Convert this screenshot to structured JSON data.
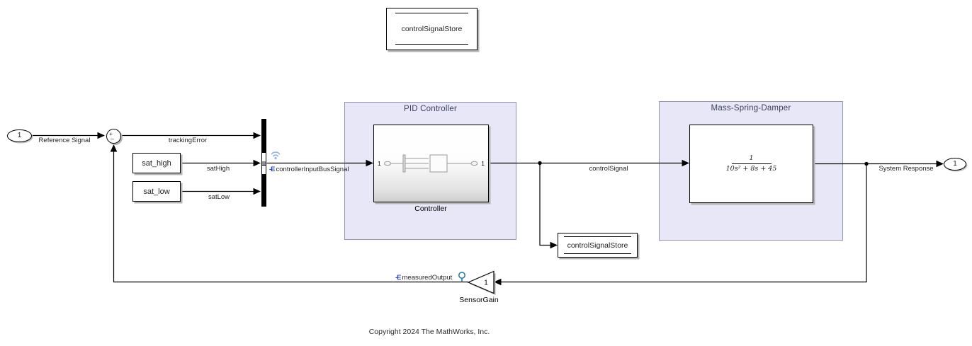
{
  "copyright": "Copyright 2024 The MathWorks, Inc.",
  "areas": {
    "pid": {
      "title": "PID Controller"
    },
    "msd": {
      "title": "Mass-Spring-Damper"
    }
  },
  "blocks": {
    "data_store_memory": {
      "label": "controlSignalStore"
    },
    "data_store_write": {
      "label": "controlSignalStore"
    },
    "inport": {
      "number": "1",
      "label": "Reference Signal"
    },
    "sum": {
      "plus": "+",
      "minus": "_"
    },
    "sat_high": {
      "label": "sat_high"
    },
    "sat_low": {
      "label": "sat_low"
    },
    "controller": {
      "label": "Controller",
      "port_in": "1",
      "port_out": "1"
    },
    "transfer_fcn": {
      "numerator": "1",
      "denominator": "10s² + 8s + 45"
    },
    "sensor_gain": {
      "value": "1",
      "label": "SensorGain"
    },
    "outport": {
      "number": "1",
      "label": "System Response"
    }
  },
  "signals": {
    "tracking_error": "trackingError",
    "sat_high": "satHigh",
    "sat_low": "satLow",
    "controller_input": "controllerInputBusSignal",
    "control_signal": "controlSignal",
    "measured_output": "measuredOutput"
  },
  "icons": {
    "signal_label_glyph": "-E",
    "logging_badge": "wifi-arcs",
    "test_point": "pin-circle"
  },
  "colors": {
    "area_fill": "#e7e7f8",
    "area_border": "#9595b2",
    "area_title": "#3f3f5c",
    "wire": "#000000",
    "signal_label_icon": "#2643c6",
    "logging_icon": "#8fb6e8",
    "test_point_icon": "#2e7ca6"
  }
}
